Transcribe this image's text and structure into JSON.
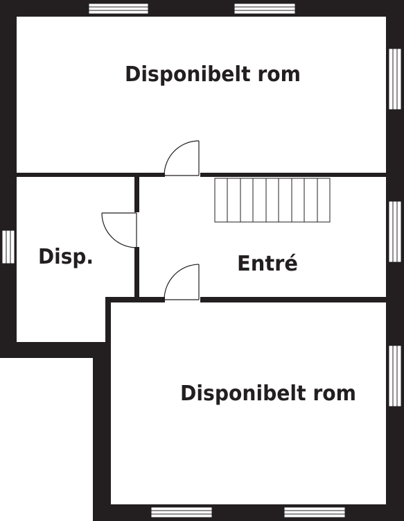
{
  "rooms": {
    "top_room_label": "Disponibelt rom",
    "small_room_label": "Disp.",
    "entrance_label": "Entré",
    "bottom_room_label": "Disponibelt rom"
  },
  "colors": {
    "wall": "#231f20",
    "background": "#ffffff"
  }
}
